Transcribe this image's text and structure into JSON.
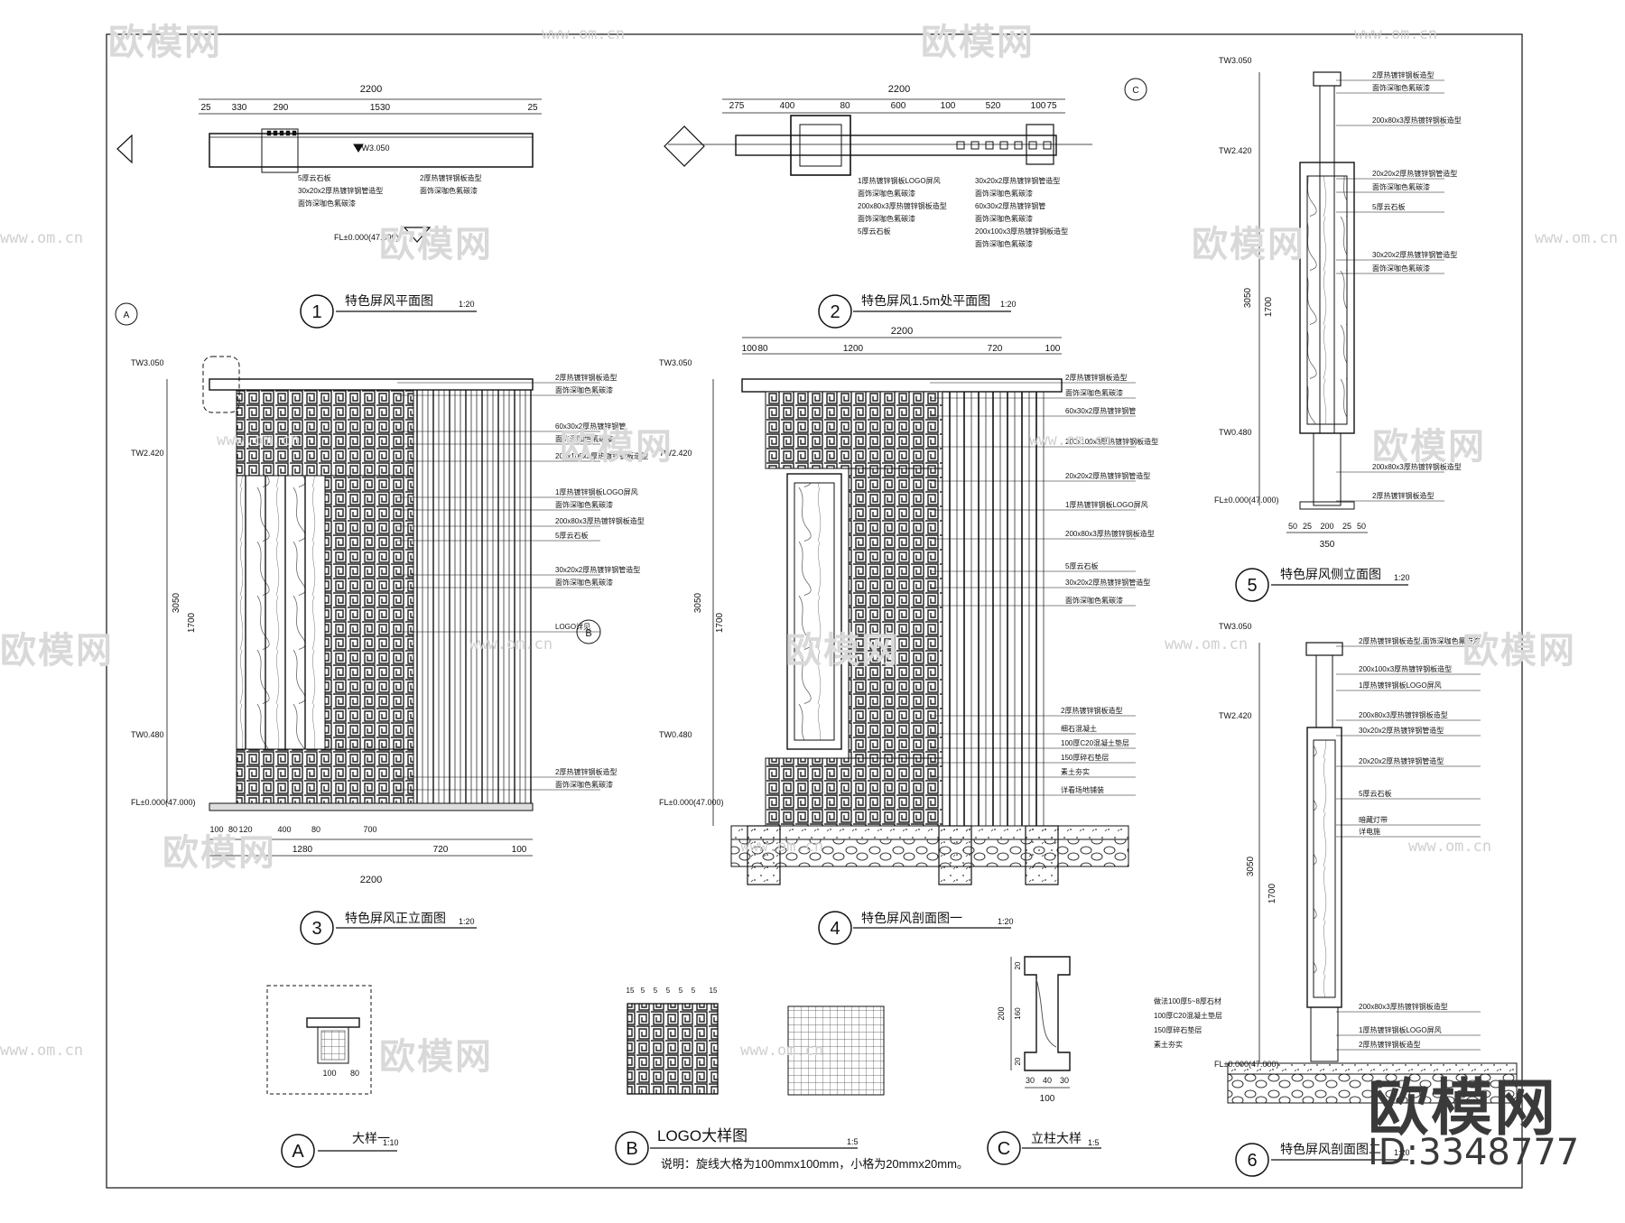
{
  "drawings": [
    {
      "number": "1",
      "title": "特色屏风平面图",
      "scale": "1:20"
    },
    {
      "number": "2",
      "title": "特色屏风1.5m处平面图",
      "scale": "1:20"
    },
    {
      "number": "3",
      "title": "特色屏风正立面图",
      "scale": "1:20"
    },
    {
      "number": "4",
      "title": "特色屏风剖面图一",
      "scale": "1:20"
    },
    {
      "number": "5",
      "title": "特色屏风侧立面图",
      "scale": "1:20"
    },
    {
      "number": "6",
      "title": "特色屏风剖面图二",
      "scale": "1:20"
    },
    {
      "number": "A",
      "title": "大样一",
      "scale": "1:10"
    },
    {
      "number": "B",
      "title": "LOGO大样图",
      "scale": "1:5"
    },
    {
      "number": "C",
      "title": "立柱大样",
      "scale": "1:5"
    }
  ],
  "logo_note": "说明：旋线大格为100mmx100mm，小格为20mmx20mm。",
  "dims": {
    "overall": "2200",
    "height": "3050",
    "mid_height": "1700",
    "plan1": [
      "25",
      "330",
      "290",
      "1530",
      "25"
    ],
    "plan2": [
      "275",
      "400",
      "80",
      "600",
      "100",
      "520",
      "100",
      "75"
    ],
    "elev3_bottom": [
      "1280",
      "720",
      "100"
    ],
    "elev3_bottom2": [
      "100",
      "80",
      "120",
      "400",
      "80",
      "700"
    ],
    "sec4_top": [
      "100",
      "80",
      "1200",
      "720",
      "100"
    ],
    "side5_bottom": [
      "50",
      "25",
      "200",
      "25",
      "50"
    ],
    "side5_width": "350",
    "col_c": [
      "30",
      "40",
      "30"
    ],
    "col_c_total": "100",
    "col_c_heights": [
      "20",
      "160",
      "20"
    ],
    "col_c_total_h": "200",
    "detail_a": [
      "100",
      "80"
    ],
    "logo_top": [
      "15",
      "5",
      "5",
      "5",
      "5",
      "5",
      "15"
    ]
  },
  "levels": {
    "top": "TW3.050",
    "upper": "TW2.420",
    "lower": "TW0.480",
    "floor": "FL±0.000(47.000)"
  },
  "notes_elev3": [
    "2厚热镀锌钢板造型",
    "面饰深咖色氟碳漆",
    "60x30x2厚热镀锌钢管",
    "面饰深咖色氟碳漆",
    "200x100x3厚热镀锌钢板造型",
    "1厚热镀锌钢板LOGO屏风",
    "面饰深咖色氟碳漆",
    "200x80x3厚热镀锌钢板造型",
    "5厚云石板",
    "30x20x2厚热镀锌钢管造型",
    "面饰深咖色氟碳漆",
    "LOGO详见",
    "2厚热镀锌钢板造型",
    "面饰深咖色氟碳漆"
  ],
  "notes_sec4": [
    "2厚热镀锌钢板造型",
    "面饰深咖色氟碳漆",
    "60x30x2厚热镀锌钢管",
    "200x100x3厚热镀锌钢板造型",
    "20x20x2厚热镀锌钢管造型",
    "1厚热镀锌钢板LOGO屏风",
    "200x80x3厚热镀锌钢板造型",
    "5厚云石板",
    "30x20x2厚热镀锌钢管造型",
    "面饰深咖色氟碳漆",
    "2厚热镀锌钢板造型",
    "细石混凝土",
    "100厚C20混凝土垫层",
    "150厚碎石垫层",
    "素土夯实",
    "详看场地铺装"
  ],
  "notes_side5": [
    "2厚热镀锌钢板造型",
    "面饰深咖色氟碳漆",
    "200x80x3厚热镀锌钢板造型",
    "20x20x2厚热镀锌钢管造型",
    "面饰深咖色氟碳漆",
    "5厚云石板",
    "30x20x2厚热镀锌钢管造型",
    "面饰深咖色氟碳漆",
    "200x80x3厚热镀锌钢板造型",
    "2厚热镀锌钢板造型"
  ],
  "notes_sec6": [
    "2厚热镀锌钢板造型,面饰深咖色氟碳漆",
    "200x100x3厚热镀锌钢板造型",
    "1厚热镀锌钢板LOGO屏风",
    "200x80x3厚热镀锌钢板造型",
    "30x20x2厚热镀锌钢管造型",
    "20x20x2厚热镀锌钢管造型",
    "5厚云石板",
    "暗藏灯带",
    "详电施",
    "200x80x3厚热镀锌钢板造型",
    "1厚热镀锌钢板LOGO屏风",
    "2厚热镀锌钢板造型"
  ],
  "notes_sec6_left": [
    "做法100厚5~8厚石材",
    "100厚C20混凝土垫层",
    "150厚碎石垫层",
    "素土夯实"
  ],
  "plan_notes1": [
    "5厚云石板",
    "30x20x2厚热镀锌钢管造型",
    "面饰深咖色氟碳漆",
    "2厚热镀锌钢板造型",
    "面饰深咖色氟碳漆"
  ],
  "plan_notes2": [
    "1厚热镀锌钢板LOGO屏风",
    "面饰深咖色氟碳漆",
    "200x80x3厚热镀锌钢板造型",
    "面饰深咖色氟碳漆",
    "5厚云石板",
    "30x20x2厚热镀锌钢管造型",
    "面饰深咖色氟碳漆",
    "60x30x2厚热镀锌钢管",
    "面饰深咖色氟碳漆",
    "200x100x3厚热镀锌钢板造型",
    "面饰深咖色氟碳漆"
  ],
  "section_marks": [
    "A",
    "B",
    "C",
    "4",
    "5"
  ],
  "watermark": {
    "brand": "欧模网",
    "url": "www.om.cn",
    "id": "ID:3348777"
  },
  "colors": {
    "line": "#111111",
    "hatch": "#555555",
    "watermark": "#d9d9d9"
  }
}
